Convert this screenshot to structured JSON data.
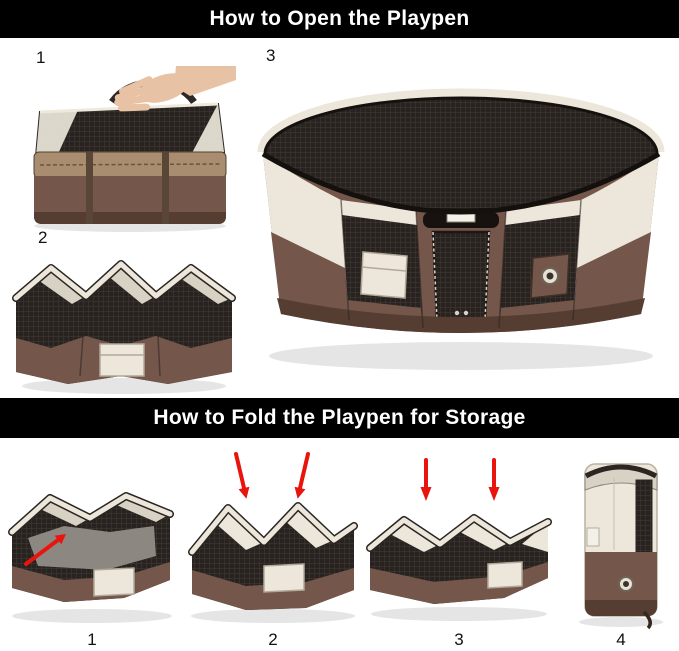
{
  "sections": {
    "open": {
      "title": "How to Open the Playpen",
      "steps": [
        {
          "number": "1"
        },
        {
          "number": "2"
        },
        {
          "number": "3"
        }
      ]
    },
    "fold": {
      "title": "How to Fold the Playpen for Storage",
      "steps": [
        {
          "number": "1"
        },
        {
          "number": "2"
        },
        {
          "number": "3"
        },
        {
          "number": "4"
        }
      ]
    }
  },
  "icons": {
    "fold_direction_arrow": "red arrow"
  },
  "colors": {
    "header_bg": "#000000",
    "header_text": "#ffffff",
    "cream": "#ece7da",
    "cream_shadow": "#d8d2c4",
    "tan": "#a88d70",
    "brown": "#74564a",
    "brown_dark": "#553d32",
    "mesh_dark": "#282320",
    "mesh_line": "#443c36",
    "rim_dark": "#2a2522",
    "skin": "#e8c2a4",
    "red": "#e8150f",
    "interior_gray": "#8d8781",
    "step_number": "#111111",
    "shadow": "rgba(0,0,0,0.10)"
  }
}
